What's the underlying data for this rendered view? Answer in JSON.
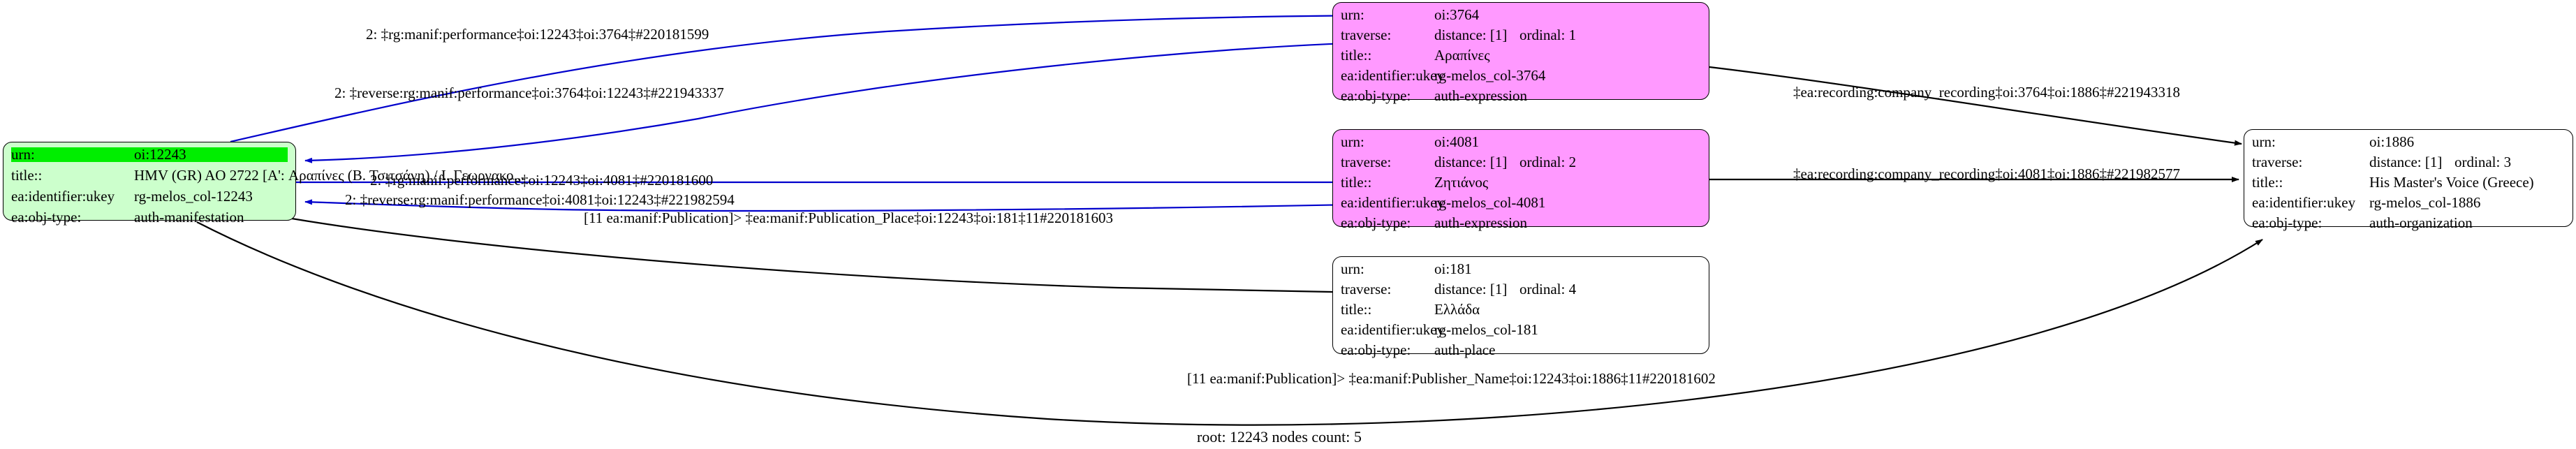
{
  "graph": {
    "footer": "root: 12243 nodes count: 5",
    "colors": {
      "root_fill": "#ccffcc",
      "root_highlight": "#00ee00",
      "expression_fill": "#ff99ff",
      "plain_fill": "#ffffff",
      "blue_edge": "#0000cc",
      "black_edge": "#000000"
    },
    "nodes": [
      {
        "id": "n12243",
        "kind": "root-manifestation",
        "fill": "#ccffcc",
        "highlight_first_row": true,
        "rows": [
          {
            "key": "urn:",
            "value": "oi:12243"
          },
          {
            "key": "title::",
            "value": "HMV (GR) AO 2722 [A': Αραπίνες (Β. Τσιτσάνη) / Ι. Γεωργακο..."
          },
          {
            "key": "ea:identifier:ukey",
            "value": "rg-melos_col-12243"
          },
          {
            "key": "ea:obj-type:",
            "value": "auth-manifestation"
          }
        ]
      },
      {
        "id": "n3764",
        "kind": "expression",
        "fill": "#ff99ff",
        "highlight_first_row": false,
        "rows": [
          {
            "key": "urn:",
            "value": "oi:3764"
          },
          {
            "key": "traverse:",
            "value": "distance: [1]",
            "value2": "ordinal: 1"
          },
          {
            "key": "title::",
            "value": "Αραπίνες"
          },
          {
            "key": "ea:identifier:ukey",
            "value": "rg-melos_col-3764"
          },
          {
            "key": "ea:obj-type:",
            "value": "auth-expression"
          }
        ]
      },
      {
        "id": "n4081",
        "kind": "expression",
        "fill": "#ff99ff",
        "highlight_first_row": false,
        "rows": [
          {
            "key": "urn:",
            "value": "oi:4081"
          },
          {
            "key": "traverse:",
            "value": "distance: [1]",
            "value2": "ordinal: 2"
          },
          {
            "key": "title::",
            "value": "Ζητιάνος"
          },
          {
            "key": "ea:identifier:ukey",
            "value": "rg-melos_col-4081"
          },
          {
            "key": "ea:obj-type:",
            "value": "auth-expression"
          }
        ]
      },
      {
        "id": "n181",
        "kind": "place",
        "fill": "#ffffff",
        "highlight_first_row": false,
        "rows": [
          {
            "key": "urn:",
            "value": "oi:181"
          },
          {
            "key": "traverse:",
            "value": "distance: [1]",
            "value2": "ordinal: 4"
          },
          {
            "key": "title::",
            "value": "Ελλάδα"
          },
          {
            "key": "ea:identifier:ukey",
            "value": "rg-melos_col-181"
          },
          {
            "key": "ea:obj-type:",
            "value": "auth-place"
          }
        ]
      },
      {
        "id": "n1886",
        "kind": "organization",
        "fill": "#ffffff",
        "highlight_first_row": false,
        "rows": [
          {
            "key": "urn:",
            "value": "oi:1886"
          },
          {
            "key": "traverse:",
            "value": "distance: [1]",
            "value2": "ordinal: 3"
          },
          {
            "key": "title::",
            "value": "His Master's Voice (Greece)"
          },
          {
            "key": "ea:identifier:ukey",
            "value": "rg-melos_col-1886"
          },
          {
            "key": "ea:obj-type:",
            "value": "auth-organization"
          }
        ]
      }
    ],
    "edges": [
      {
        "id": "e1",
        "label": "2: ‡rg:manif:performance‡oi:12243‡oi:3764‡#220181599",
        "color": "#0000cc",
        "from": "n12243",
        "to": "n3764"
      },
      {
        "id": "e2",
        "label": "2: ‡reverse:rg:manif:performance‡oi:3764‡oi:12243‡#221943337",
        "color": "#0000cc",
        "from": "n3764",
        "to": "n12243"
      },
      {
        "id": "e3",
        "label": "2: ‡rg:manif:performance‡oi:12243‡oi:4081‡#220181600",
        "color": "#0000cc",
        "from": "n12243",
        "to": "n4081"
      },
      {
        "id": "e4",
        "label": "2: ‡reverse:rg:manif:performance‡oi:4081‡oi:12243‡#221982594",
        "color": "#0000cc",
        "from": "n4081",
        "to": "n12243"
      },
      {
        "id": "e5",
        "label": "[11 ea:manif:Publication]> ‡ea:manif:Publication_Place‡oi:12243‡oi:181‡11#220181603",
        "color": "#000000",
        "from": "n12243",
        "to": "n181"
      },
      {
        "id": "e6",
        "label": "‡ea:recording:company_recording‡oi:3764‡oi:1886‡#221943318",
        "color": "#000000",
        "from": "n3764",
        "to": "n1886"
      },
      {
        "id": "e7",
        "label": "‡ea:recording:company_recording‡oi:4081‡oi:1886‡#221982577",
        "color": "#000000",
        "from": "n4081",
        "to": "n1886"
      },
      {
        "id": "e8",
        "label": "[11 ea:manif:Publication]> ‡ea:manif:Publisher_Name‡oi:12243‡oi:1886‡11#220181602",
        "color": "#000000",
        "from": "n12243",
        "to": "n1886"
      }
    ]
  }
}
